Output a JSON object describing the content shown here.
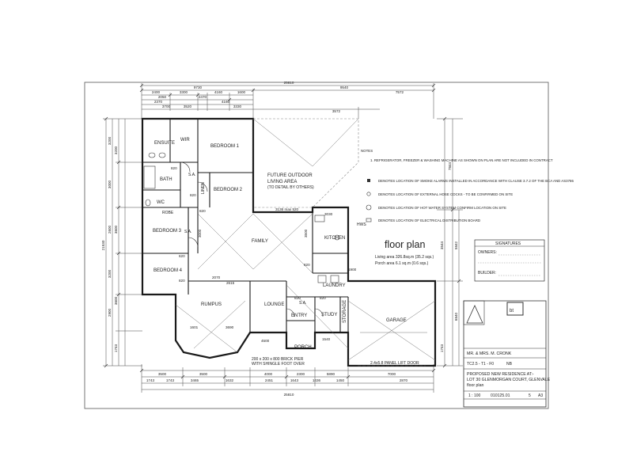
{
  "drawing": {
    "title": "floor plan",
    "living_area": "Living area 326.8sq.m (35.2 sqs.)",
    "porch_area": "Porch area 6.1 sq.m (0.6 sqs.)",
    "future_area": {
      "line1": "FUTURE OUTDOOR",
      "line2": "LIVING AREA",
      "line3": "(TO DETAIL BY OTHERS)"
    },
    "garage_door": "2.4x5.8 PANEL LIFT DOOR",
    "pier_note": {
      "line1": "200 x 200 x 800 BRICK PIER",
      "line2": "WITH SHINGLE FOOT OVER"
    },
    "rooms": {
      "ensuite": "ENSUITE",
      "wir": "WIR",
      "bedroom1": "BEDROOM 1",
      "bath": "BATH",
      "bedroom2": "BEDROOM 2",
      "wc": "WC",
      "bedroom3": "BEDROOM 3",
      "bedroom4": "BEDROOM 4",
      "family": "FAMILY",
      "kitchen": "KITCHEN",
      "laundry": "LAUNDRY",
      "rumpus": "RUMPUS",
      "lounge": "LOUNGE",
      "entry": "ENTRY",
      "study": "STUDY",
      "storage": "STORAGE",
      "garage": "GARAGE",
      "porch": "PORCH",
      "linen": "LINEN",
      "robe": "ROBE"
    },
    "overall_dims": {
      "top": "25810",
      "top2": "9730",
      "top3": "9540",
      "top4": "7572",
      "top5": "3572",
      "bottom": "25810",
      "bottom2": "7000",
      "left": "21530",
      "right": "7844"
    },
    "top_dims": [
      "2400",
      "3300",
      "2050",
      "2470",
      "4160",
      "1600",
      "4160",
      "2370",
      "3700",
      "3520",
      "3330"
    ],
    "bottom_dims": [
      "3500",
      "3500",
      "4000",
      "2300",
      "5890",
      "1743",
      "1743",
      "3465",
      "1632",
      "2451",
      "1643",
      "1436",
      "1450",
      "2870"
    ],
    "left_dims": [
      "3200",
      "3000",
      "2600",
      "3200",
      "2900",
      "3200",
      "3600",
      "3600",
      "1743"
    ],
    "right_dims": [
      "3544",
      "5842",
      "6840",
      "1743"
    ],
    "interior_dims": [
      "3136 max 520",
      "3000",
      "3500",
      "2615",
      "2070",
      "1601",
      "3690",
      "4500",
      "1540",
      "3030",
      "1900",
      "620",
      "820",
      "820",
      "820",
      "820",
      "820",
      "820",
      "820"
    ]
  },
  "notes": {
    "heading": "NOTES",
    "items": [
      "1. REFRIGERATOR, FREEZER & WASHING MACHINE AS SHOWN ON PLAN ARE NOT INCLUDED IN CONTRACT",
      "DENOTES LOCATION OF SMOKE ALARMS INSTALLED IN ACCORDANCE WITH CLAUSE 3.7.2 OF THE BCA AND AS3786",
      "DENOTES LOCATION OF EXTERNAL HOSE COCKS - TO BE CONFIRMED ON SITE",
      "DENOTES LOCATION OF HOT WATER SYSTEM CONFIRM LOCATION ON SITE",
      "DENOTES LOCATION OF ELECTRICAL DISTRIBUTION BOARD"
    ],
    "symbols": [
      "S.A.",
      "HWS"
    ]
  },
  "signatures": {
    "heading": "SIGNATURES",
    "owners": "OWNERS:",
    "builder": "BUILDER:"
  },
  "title_block": {
    "client": "MR. & MRS. M. CRONK",
    "project_l1": "PROPOSED NEW RESIDENCE AT:-",
    "project_l2": "LOT 30 GLENMORGAN COURT, GLENVALE",
    "sheet_title": "floor plan",
    "drawing_no": "010125.01",
    "scale": "1 : 100",
    "sheet": "5",
    "size": "A3",
    "rev": "NB",
    "code": "TC2.5 - T1 - F0",
    "logo_text": "bt"
  }
}
